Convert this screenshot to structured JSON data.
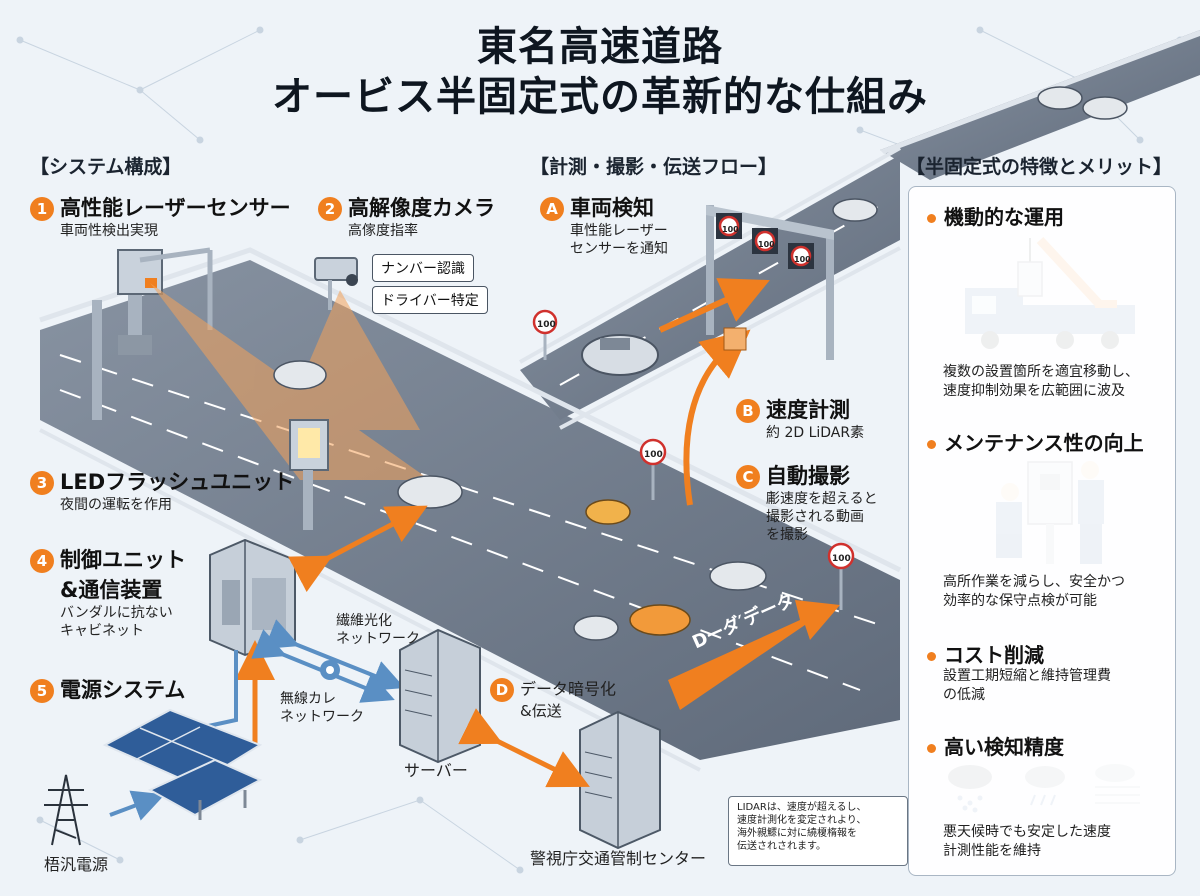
{
  "title": {
    "line1": "東名高速道路",
    "line2": "オービス半固定式の革新的な仕組み"
  },
  "sections": {
    "system": "【システム構成】",
    "flow": "【計測・撮影・伝送フロー】",
    "merits": "【半固定式の特徴とメリット】"
  },
  "components": [
    {
      "num": "1",
      "title": "高性能レーザーセンサー",
      "sub": "車両性検出実現"
    },
    {
      "num": "2",
      "title": "高解像度カメラ",
      "sub": "高傢度指率"
    },
    {
      "num": "3",
      "title": "LEDフラッシュユニット",
      "sub": "夜間の運転を作用"
    },
    {
      "num": "4",
      "title": "制御ユニット",
      "title2": "&通信装置",
      "sub": "バンダルに抗ない",
      "sub2": "キャビネット"
    },
    {
      "num": "5",
      "title": "電源システム"
    }
  ],
  "camera_tags": [
    "ナンバー認識",
    "ドライバー特定"
  ],
  "flow_steps": [
    {
      "letter": "A",
      "title": "車両検知",
      "sub": "車性能レーザー",
      "sub2": "センサーを通知"
    },
    {
      "letter": "B",
      "title": "速度計測",
      "sub": "約 2D LiDAR素"
    },
    {
      "letter": "C",
      "title": "自動撮影",
      "sub": "㣑速度を超えると",
      "sub2": "撮影される動画",
      "sub3": "を撮影"
    },
    {
      "letter": "D",
      "title": "データ暗号化",
      "sub": "&伝送"
    }
  ],
  "network": {
    "fiber": "繊維光化",
    "fiber2": "ネットワーク",
    "wireless": "無線カレ",
    "wireless2": "ネットワーク",
    "server": "サーバー",
    "center": "警視庁交通管制センター",
    "power_source": "梧汎電源",
    "data_arrow": "Dーダ′データ"
  },
  "signs": [
    "100",
    "100",
    "100",
    "100",
    "100",
    "100"
  ],
  "note": {
    "lines": [
      "LIDARは、速度が超えるし、",
      "速度計測化を変定されより、",
      "海外親鰥に対に繞榎楕報を",
      "伝送されされます。"
    ]
  },
  "merits": [
    {
      "title": "機動的な運用",
      "desc": [
        "複数の設置箇所を適宜移動し、",
        "速度抑制効果を広範囲に波及"
      ]
    },
    {
      "title": "メンテナンス性の向上",
      "desc": [
        "高所作業を減らし、安全かつ",
        "効率的な保守点検が可能"
      ]
    },
    {
      "title": "コスト削減",
      "desc": [
        "設置工期短縮と維持管理費",
        "の低減"
      ]
    },
    {
      "title": "高い検知精度",
      "desc": [
        "悪天候時でも安定した速度",
        "計測性能を維持"
      ]
    }
  ],
  "colors": {
    "accent": "#f07f1f",
    "road": "#6b7686",
    "network": "#5a8fc4",
    "background": "#eef3f8"
  }
}
